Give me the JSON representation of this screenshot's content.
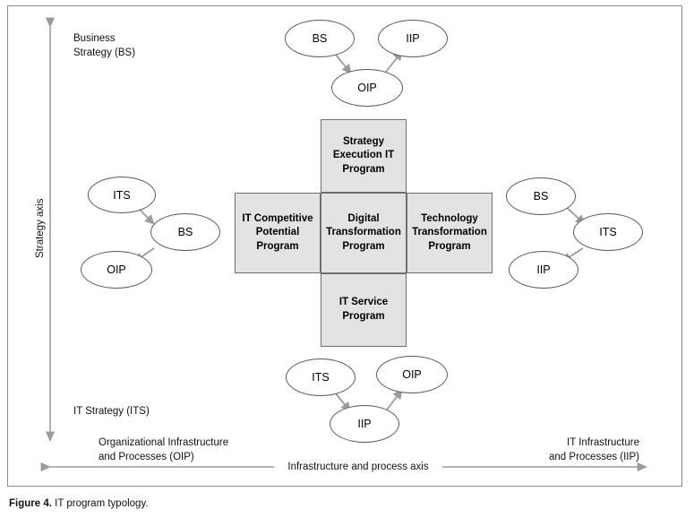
{
  "figure": {
    "caption_label": "Figure 4.",
    "caption_text": " IT program typology."
  },
  "axes": {
    "vertical_axis_label": "Strategy axis",
    "horizontal_axis_label": "Infrastructure and process axis",
    "top_left_label": "Business\nStrategy (BS)",
    "top_left_line1": "Business",
    "top_left_line2": "Strategy (BS)",
    "bottom_left_label": "IT Strategy (ITS)",
    "bottom_left_corner_line1": "Organizational Infrastructure",
    "bottom_left_corner_line2": "and Processes (OIP)",
    "bottom_right_corner_line1": "IT Infrastructure",
    "bottom_right_corner_line2": "and Processes (IIP)"
  },
  "cross": {
    "top": {
      "line1": "Strategy",
      "line2": "Execution IT",
      "line3": "Program"
    },
    "left": {
      "line1": "IT Competitive",
      "line2": "Potential",
      "line3": "Program"
    },
    "center": {
      "line1": "Digital",
      "line2": "Transformation",
      "line3": "Program"
    },
    "right": {
      "line1": "Technology",
      "line2": "Transformation",
      "line3": "Program"
    },
    "bottom": {
      "line1": "IT Service",
      "line2": "Program"
    }
  },
  "clusters": {
    "top": {
      "node1": "BS",
      "node2": "IIP",
      "node3": "OIP"
    },
    "left": {
      "node1": "ITS",
      "node2": "BS",
      "node3": "OIP"
    },
    "right": {
      "node1": "BS",
      "node2": "ITS",
      "node3": "IIP"
    },
    "bottom": {
      "node1": "ITS",
      "node2": "OIP",
      "node3": "IIP"
    }
  },
  "colors": {
    "box_fill": "#e3e3e3",
    "box_border": "#6e6e6e",
    "node_border": "#5a5a5a",
    "arrow": "#8f8f8f",
    "frame": "#8a8a8a"
  }
}
